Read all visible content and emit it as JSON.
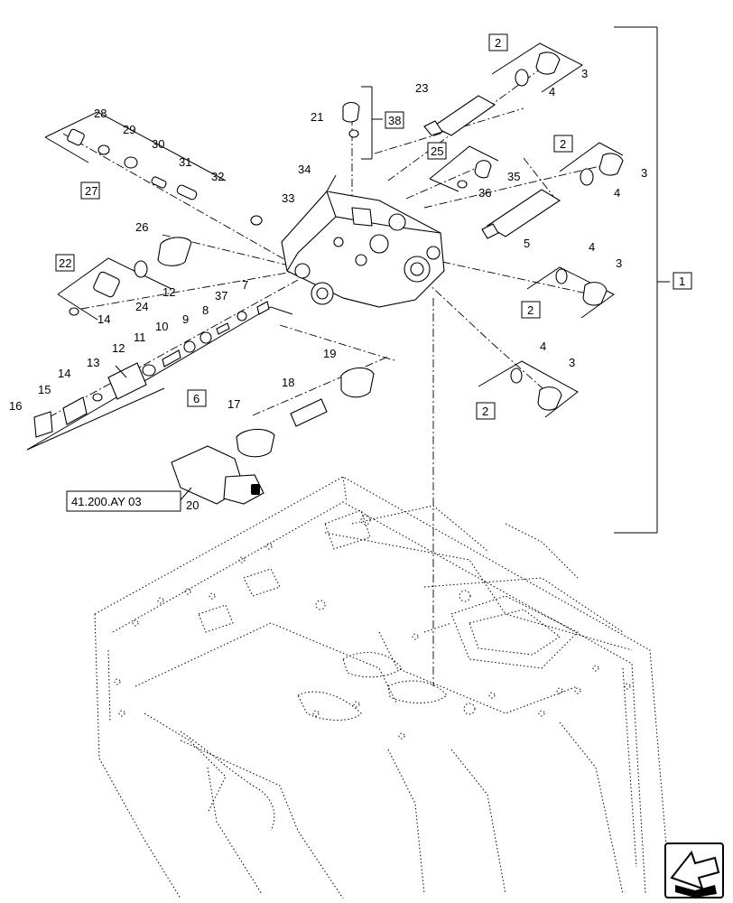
{
  "diagram": {
    "item_labels": {
      "l1": "1",
      "l2a": "2",
      "l3a": "3",
      "l4a": "4",
      "l23": "23",
      "l21": "21",
      "l38": "38",
      "l28": "28",
      "l29": "29",
      "l30": "30",
      "l31": "31",
      "l32": "32",
      "l27": "27",
      "l34": "34",
      "l25": "25",
      "l35": "35",
      "l36": "36",
      "l2b": "2",
      "l3b": "3",
      "l4b": "4",
      "l33": "33",
      "l5": "5",
      "l26": "26",
      "l22": "22",
      "l12a": "12",
      "l24": "24",
      "l14a": "14",
      "l7": "7",
      "l37": "37",
      "l8": "8",
      "l9": "9",
      "l10": "10",
      "l11": "11",
      "l12b": "12",
      "l13": "13",
      "l14b": "14",
      "l15": "15",
      "l16": "16",
      "l6": "6",
      "l4c": "4",
      "l3c": "3",
      "l2c": "2",
      "l4d": "4",
      "l3d": "3",
      "l2d": "2",
      "l19": "19",
      "l18": "18",
      "l17": "17",
      "l20": "20"
    },
    "reference_label": "41.200.AY 03"
  }
}
